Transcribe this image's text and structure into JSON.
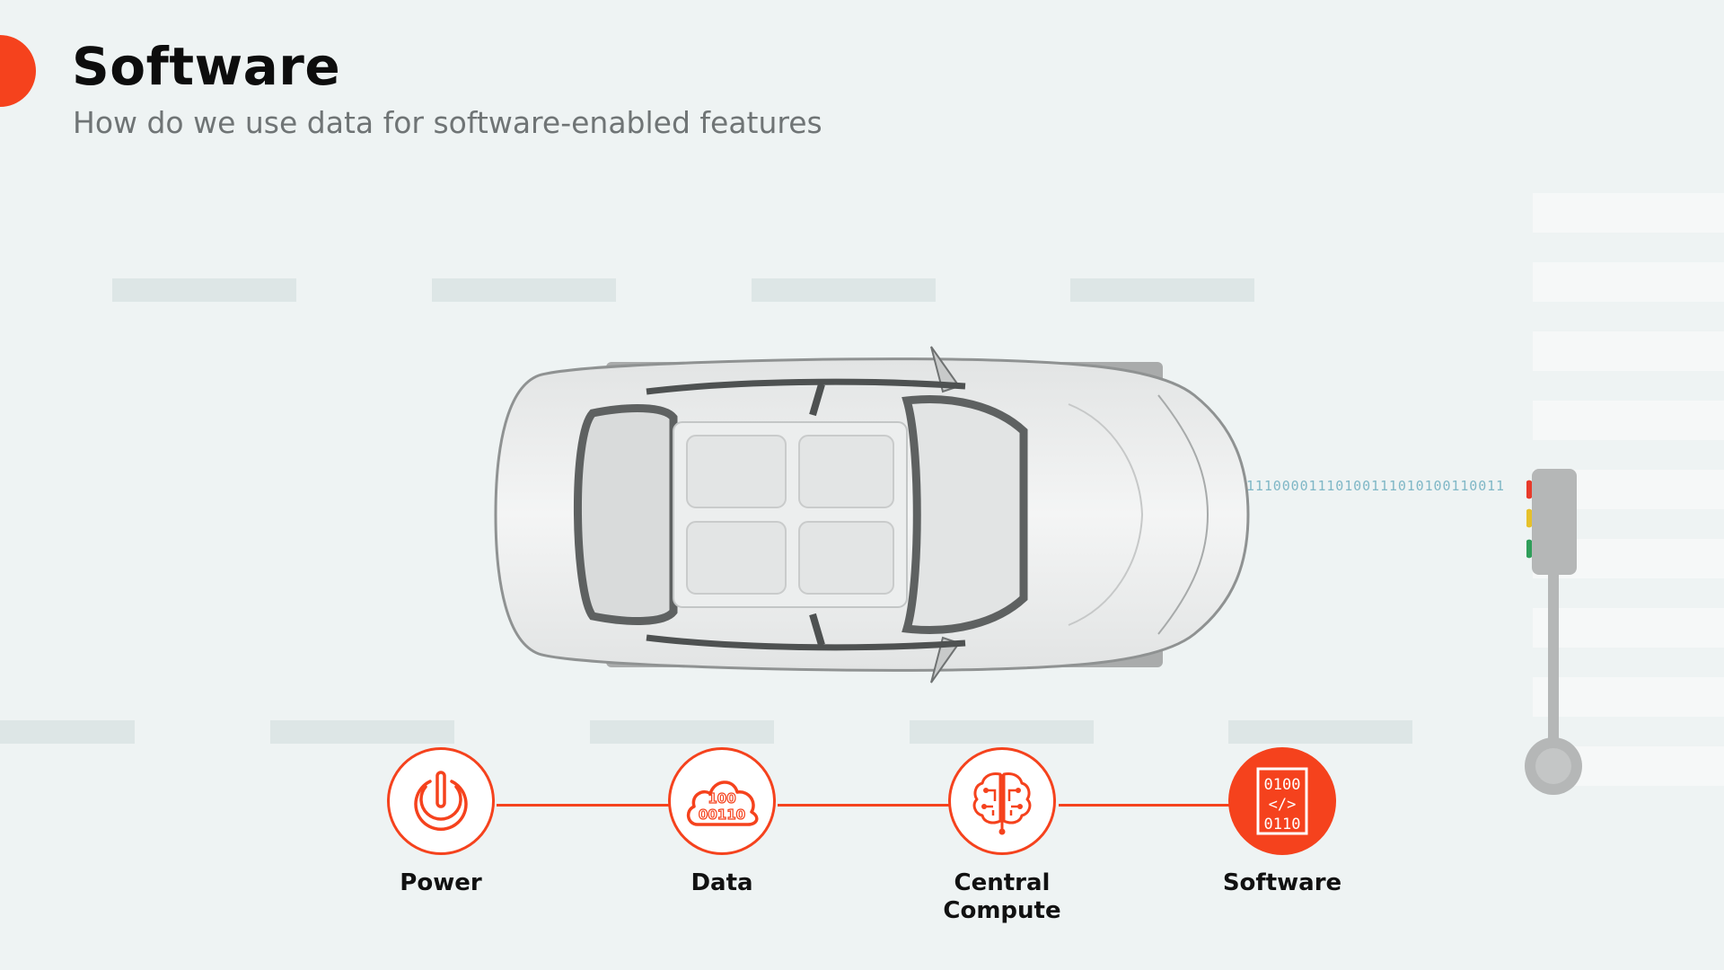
{
  "header": {
    "title": "Software",
    "subtitle": "How do we use data for software-enabled features"
  },
  "scene": {
    "binary_stream": "11100001110100111010100110011",
    "traffic_light_colors": [
      "#e83a2a",
      "#e6c12a",
      "#2f9e5a"
    ]
  },
  "steps": [
    {
      "label": "Power",
      "icon": "power-icon",
      "active": false
    },
    {
      "label": "Data",
      "icon": "cloud-data-icon",
      "active": false,
      "icon_text": [
        "100",
        "00110"
      ]
    },
    {
      "label_lines": [
        "Central",
        "Compute"
      ],
      "icon": "brain-circuit-icon",
      "active": false
    },
    {
      "label": "Software",
      "icon": "code-file-icon",
      "active": true,
      "icon_text": [
        "0100",
        "</>",
        "0110"
      ]
    }
  ],
  "colors": {
    "accent": "#f5421d",
    "background": "#eef3f3",
    "binary": "#7fb7c6"
  }
}
